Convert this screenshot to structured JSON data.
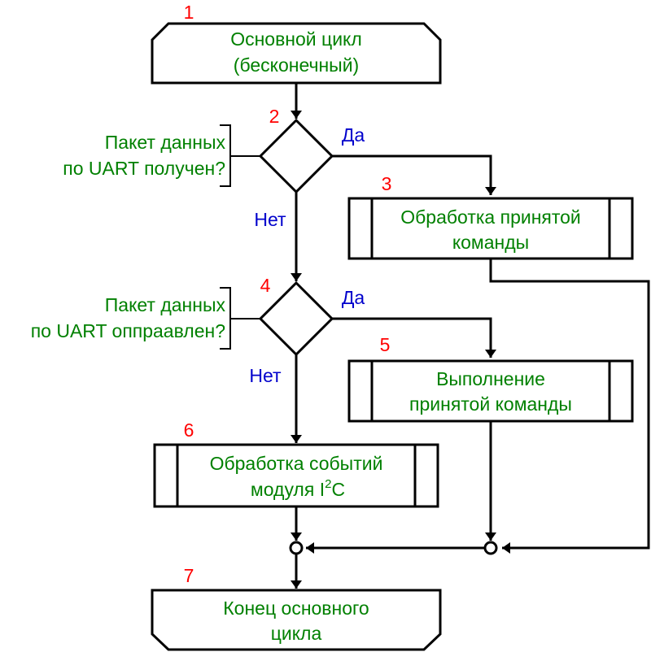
{
  "colors": {
    "text": "#008000",
    "numbers": "#ff0000",
    "branch": "#0000cc",
    "lines": "#000000"
  },
  "blocks": {
    "b1": {
      "number": "1",
      "line1": "Основной цикл",
      "line2": "(бесконечный)"
    },
    "b2": {
      "number": "2",
      "comment_line1": "Пакет данных",
      "comment_line2": "по UART получен?",
      "yes": "Да",
      "no": "Нет"
    },
    "b3": {
      "number": "3",
      "line1": "Обработка принятой",
      "line2": "команды"
    },
    "b4": {
      "number": "4",
      "comment_line1": "Пакет данных",
      "comment_line2": "по UART оппраавлен?",
      "yes": "Да",
      "no": "Нет"
    },
    "b5": {
      "number": "5",
      "line1": "Выполнение",
      "line2": "принятой команды"
    },
    "b6": {
      "number": "6",
      "line1": "Обработка событий",
      "line2_prefix": "модуля I",
      "line2_sup": "2",
      "line2_suffix": "C"
    },
    "b7": {
      "number": "7",
      "line1": "Конец основного",
      "line2": "цикла"
    }
  }
}
